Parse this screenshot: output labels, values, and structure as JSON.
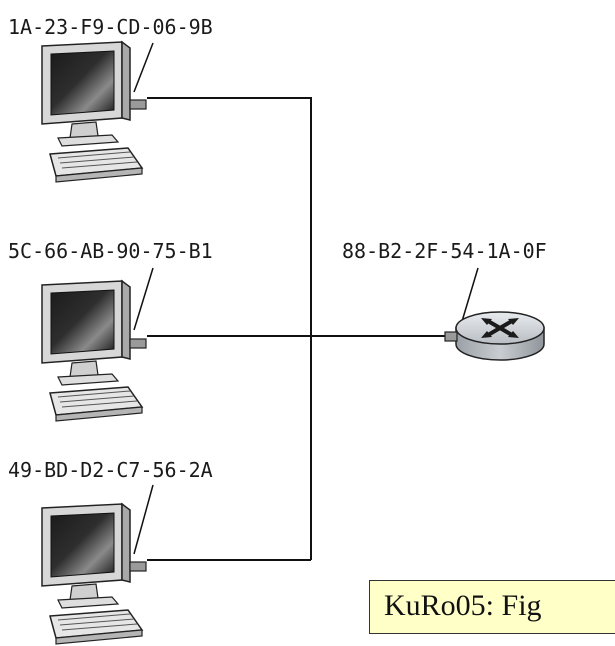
{
  "nodes": {
    "host_1": {
      "mac_address": "1A-23-F9-CD-06-9B",
      "icon": "desktop-computer-icon"
    },
    "host_2": {
      "mac_address": "5C-66-AB-90-75-B1",
      "icon": "desktop-computer-icon"
    },
    "host_3": {
      "mac_address": "49-BD-D2-C7-56-2A",
      "icon": "desktop-computer-icon"
    },
    "router": {
      "mac_address": "88-B2-2F-54-1A-0F",
      "icon": "router-icon"
    }
  },
  "links": [
    {
      "from": "host_1",
      "to": "bus"
    },
    {
      "from": "host_2",
      "to": "router"
    },
    {
      "from": "host_3",
      "to": "bus"
    }
  ],
  "caption": "KuRo05: Fig",
  "colors": {
    "caption_background": "#ffffc8",
    "wire": "#111111",
    "router_body": "#c8ccd0"
  }
}
